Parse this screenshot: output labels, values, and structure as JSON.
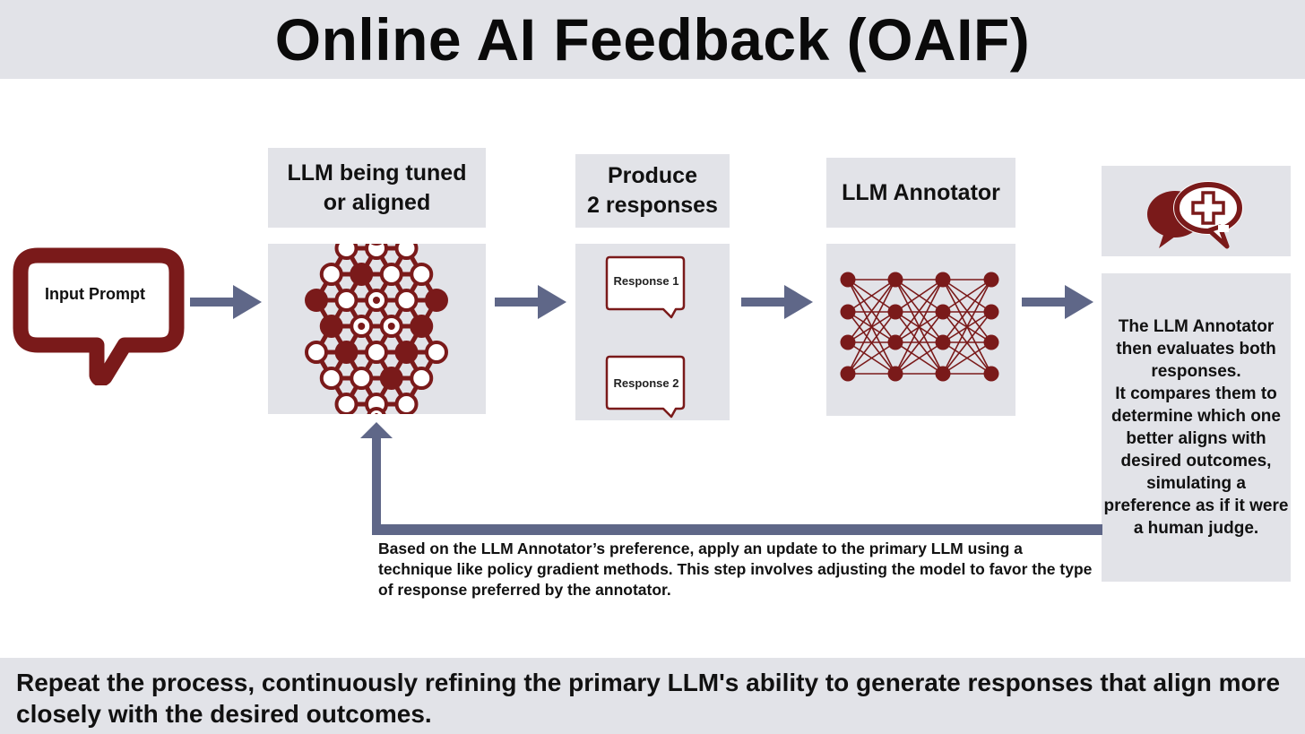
{
  "title": "Online AI Feedback (OAIF)",
  "input": {
    "label": "Input Prompt"
  },
  "steps": {
    "llm_tuned": "LLM being tuned\nor aligned",
    "produce": "Produce\n2 responses",
    "annotator": "LLM Annotator"
  },
  "responses": [
    "Response 1",
    "Response 2"
  ],
  "annotator_description": "The LLM Annotator then evaluates both responses.\nIt compares them to determine which one better aligns with desired outcomes, simulating a preference as if it were a human judge.",
  "feedback_text": "Based on the LLM Annotator’s preference, apply an update to the primary LLM using a technique like policy gradient methods. This step involves adjusting the model to favor the type of response preferred by the annotator.",
  "footer": "Repeat the process, continuously refining the primary LLM's ability to generate responses that align more closely with the desired outcomes.",
  "colors": {
    "accent": "#7a1a1a",
    "arrow": "#5f6788",
    "panel": "#e2e3e8"
  },
  "icons": [
    "speech-bubble-icon",
    "neural-hexagon-icon",
    "response-bubble-icon",
    "neural-network-icon",
    "chat-bubbles-plus-icon",
    "arrow-right-icon",
    "feedback-arrow-icon"
  ]
}
